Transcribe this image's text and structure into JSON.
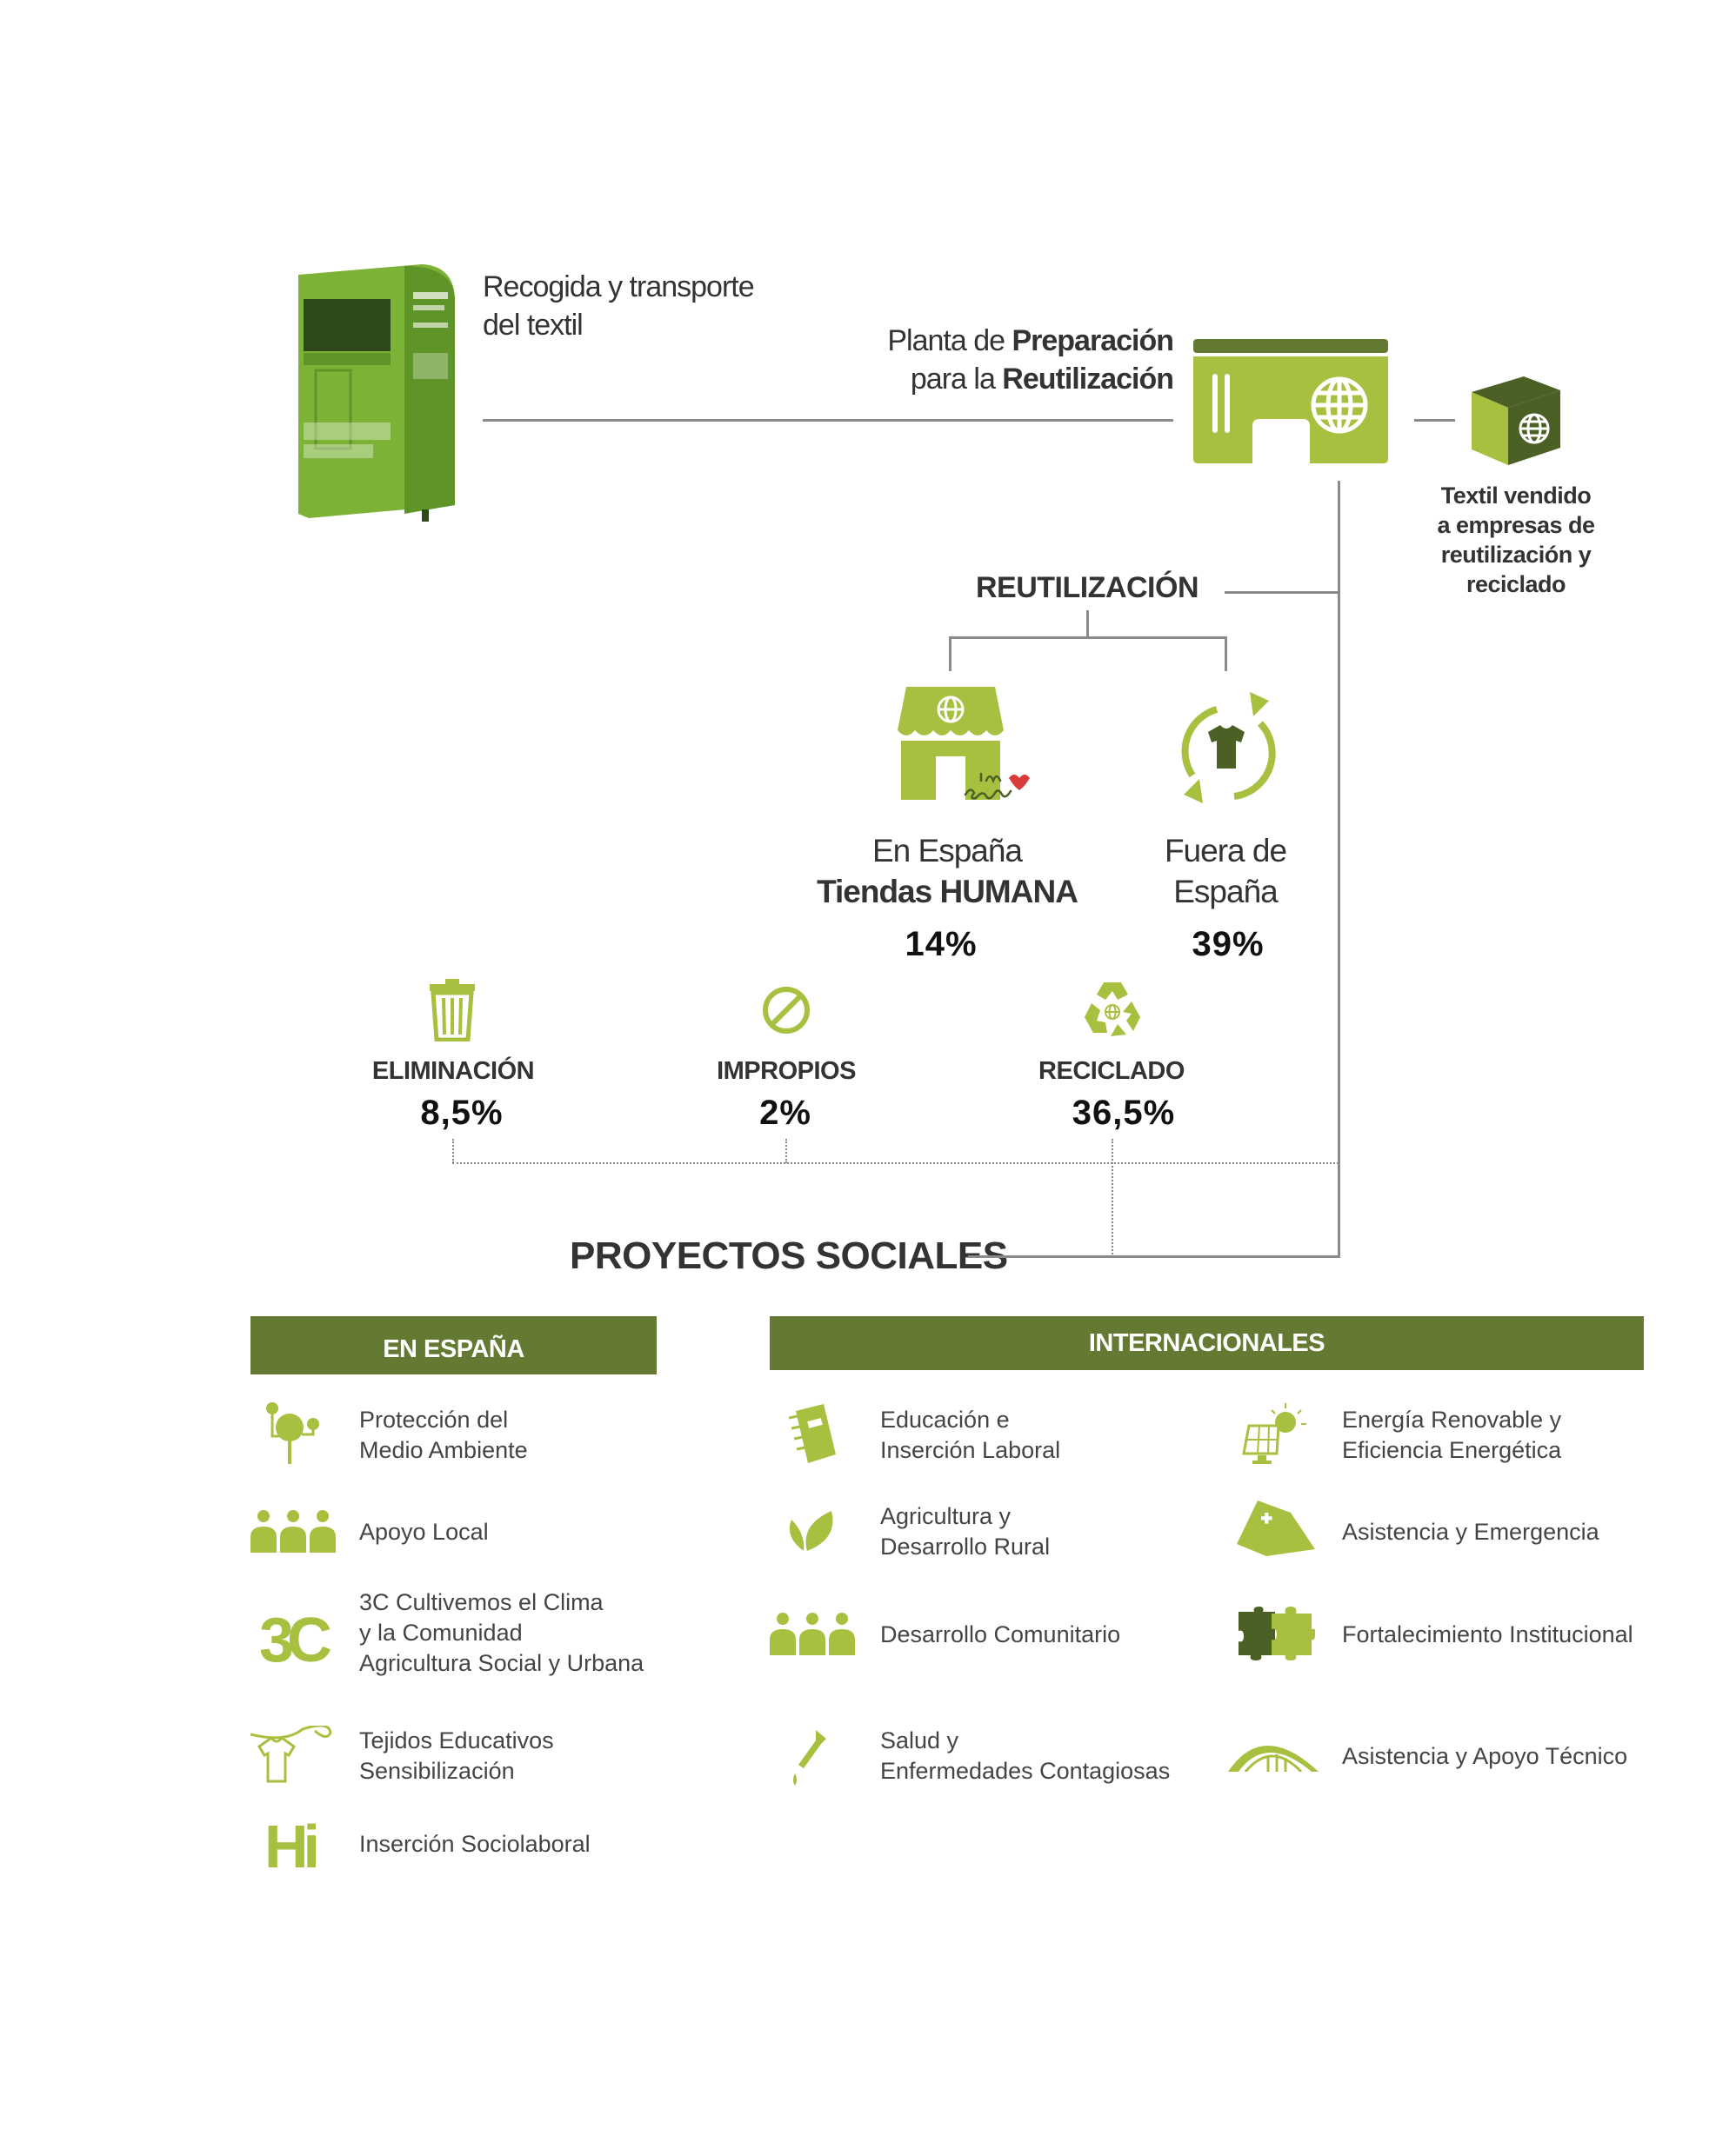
{
  "colors": {
    "light_green": "#a8c040",
    "dark_green": "#647a32",
    "deep_green": "#4a6024",
    "line": "#8a8a8a"
  },
  "collection": {
    "line1": "Recogida y transporte",
    "line2": "del textil"
  },
  "plant": {
    "line1_a": "Planta de ",
    "line1_b": "Preparación",
    "line2_a": "para la ",
    "line2_b": "Reutilización"
  },
  "sold": {
    "lines": [
      "Textil vendido",
      "a empresas de",
      "reutilización y",
      "reciclado"
    ]
  },
  "reuse": {
    "title": "REUTILIZACIÓN",
    "spain": {
      "line1": "En España",
      "line2": "Tiendas HUMANA",
      "percent": "14%",
      "logo_text": "I love Second Hand"
    },
    "abroad": {
      "line1": "Fuera de",
      "line2": "España",
      "percent": "39%"
    }
  },
  "outcomes": [
    {
      "label": "ELIMINACIÓN",
      "percent": "8,5%",
      "icon": "trash-icon"
    },
    {
      "label": "IMPROPIOS",
      "percent": "2%",
      "icon": "ban-icon"
    },
    {
      "label": "RECICLADO",
      "percent": "36,5%",
      "icon": "recycle-icon"
    }
  ],
  "projects": {
    "title": "PROYECTOS SOCIALES",
    "spain": {
      "header": "EN ESPAÑA",
      "items": [
        {
          "lines": [
            "Protección del",
            "Medio Ambiente"
          ],
          "icon": "tree-icon"
        },
        {
          "lines": [
            "Apoyo Local"
          ],
          "icon": "people-icon"
        },
        {
          "lines": [
            "3C Cultivemos el Clima",
            "y la Comunidad",
            "Agricultura Social y Urbana"
          ],
          "icon": "3c-logo-icon",
          "icon_text": "3C"
        },
        {
          "lines": [
            "Tejidos Educativos",
            "Sensibilización"
          ],
          "icon": "tshirt-icon"
        },
        {
          "lines": [
            "Inserción Sociolaboral"
          ],
          "icon": "hi-logo-icon",
          "icon_text": "Hi"
        }
      ]
    },
    "international": {
      "header": "INTERNACIONALES",
      "items": [
        {
          "lines": [
            "Educación e",
            "Inserción Laboral"
          ],
          "icon": "notebook-icon"
        },
        {
          "lines": [
            "Agricultura y",
            "Desarrollo Rural"
          ],
          "icon": "leaf-icon"
        },
        {
          "lines": [
            "Desarrollo Comunitario"
          ],
          "icon": "people-icon"
        },
        {
          "lines": [
            "Salud y",
            "Enfermedades Contagiosas"
          ],
          "icon": "dropper-icon"
        },
        {
          "lines": [
            "Energía Renovable y",
            "Eficiencia Energética"
          ],
          "icon": "solar-panel-icon"
        },
        {
          "lines": [
            "Asistencia y Emergencia"
          ],
          "icon": "tent-icon"
        },
        {
          "lines": [
            "Fortalecimiento Institucional"
          ],
          "icon": "puzzle-icon"
        },
        {
          "lines": [
            "Asistencia y Apoyo Técnico"
          ],
          "icon": "bridge-icon"
        }
      ]
    }
  }
}
